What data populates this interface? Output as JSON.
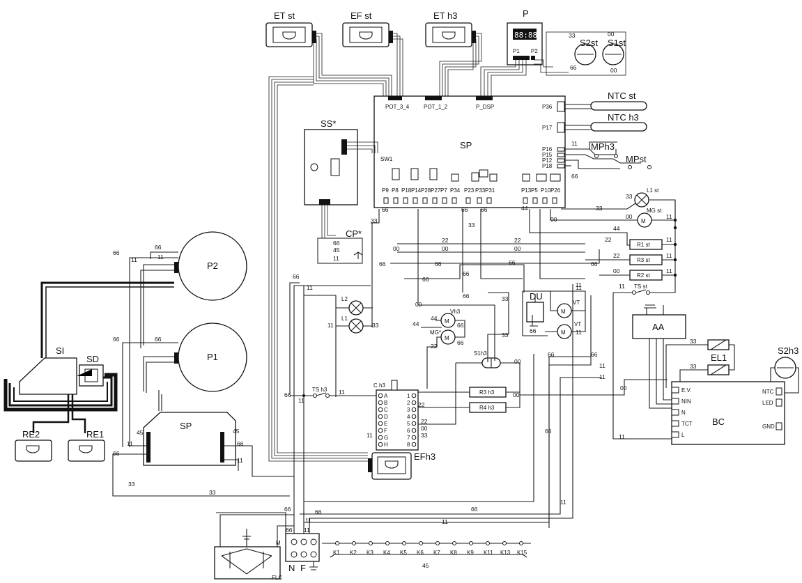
{
  "labels": {
    "et_st": "ET st",
    "ef_st": "EF st",
    "et_h3": "ET h3",
    "p": "P",
    "display": "88:88",
    "s2st": "S2st",
    "s1st": "S1st",
    "ntc_st": "NTC st",
    "ntc_h3": "NTC h3",
    "mph3": "MPh3",
    "mpst": "MPst",
    "ss": "SS*",
    "sp_main": "SP",
    "cp": "CP*",
    "sw1": "SW1",
    "pot34": "POT_3_4",
    "pot12": "POT_1_2",
    "p_dsp": "P_DSP",
    "p1": "P1",
    "p2": "P2",
    "l1st": "L1 st",
    "mgst": "MG st",
    "r1st": "R1 st",
    "r3st": "R3 st",
    "r2st": "R2 st",
    "tsst": "TS st",
    "l2": "L2",
    "l1": "L1",
    "mgh3": "MG*",
    "vh3": "Vh3",
    "du": "DU",
    "vt_a": "VT",
    "vt_b": "VT",
    "aa": "AA",
    "el1": "EL1",
    "s2h3": "S2h3",
    "bc": "BC",
    "s1h3": "S1h3",
    "r3h3": "R3 h3",
    "r4h3": "R4 h3",
    "ch3": "C h3",
    "tsh3": "TS h3",
    "efh3": "EFh3",
    "si": "SI",
    "sd": "SD",
    "re2": "RE2",
    "re1": "RE1",
    "sp_small": "SP",
    "n": "N",
    "f": "F",
    "flc": "FLC",
    "m": "M",
    "k_bus": "45"
  },
  "p1p2": {
    "p1": "P1",
    "p2": "P2"
  },
  "sp_conn_top": [
    "P9",
    "P8",
    "P18",
    "P14",
    "P28",
    "P27",
    "P7",
    "P34",
    "P23",
    "P33",
    "P31",
    "P13",
    "P5",
    "P10",
    "P26"
  ],
  "sp_conn_right": [
    "P16",
    "P15",
    "P12",
    "P18"
  ],
  "ntc_conn": [
    "P36",
    "P17"
  ],
  "ch3_left": [
    "A",
    "B",
    "C",
    "D",
    "E",
    "F",
    "G",
    "H"
  ],
  "ch3_right": [
    "1",
    "2",
    "3",
    "4",
    "5",
    "6",
    "7",
    "8"
  ],
  "bc_left": [
    "E.V.",
    "NIN",
    "N",
    "TCT",
    "L"
  ],
  "bc_right": [
    "NTC",
    "LED",
    "GND"
  ],
  "k_terminals": [
    "K1",
    "K2",
    "K3",
    "K4",
    "K5",
    "K6",
    "K7",
    "K8",
    "K9",
    "K11",
    "K13",
    "K15"
  ],
  "wire_numbers": {
    "n11": "11",
    "n22": "22",
    "n33": "33",
    "n44": "44",
    "n66": "66",
    "n00": "00",
    "n45": "45"
  }
}
